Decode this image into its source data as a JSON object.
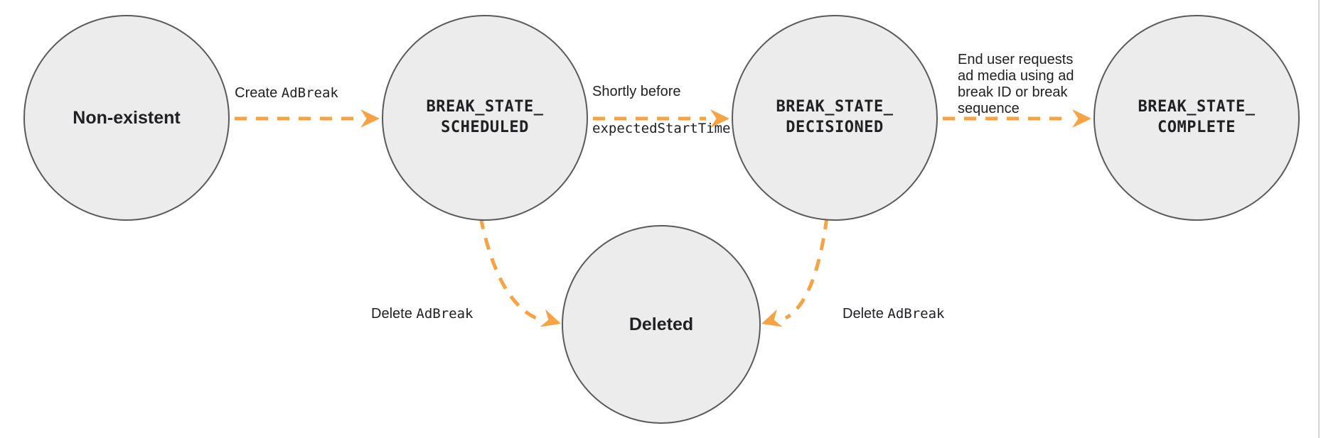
{
  "diagram": {
    "description": "Ad break lifecycle state diagram",
    "states": [
      {
        "id": "non-existent",
        "label": "Non-existent",
        "kind": "plain"
      },
      {
        "id": "break-state-scheduled",
        "label": "BREAK_STATE_\nSCHEDULED",
        "kind": "code"
      },
      {
        "id": "break-state-decisioned",
        "label": "BREAK_STATE_\nDECISIONED",
        "kind": "code"
      },
      {
        "id": "break-state-complete",
        "label": "BREAK_STATE_\nCOMPLETE",
        "kind": "code"
      },
      {
        "id": "deleted",
        "label": "Deleted",
        "kind": "plain"
      }
    ],
    "transitions": [
      {
        "from": "non-existent",
        "to": "break-state-scheduled",
        "style": "dashed-orange",
        "label_text": "Create ",
        "label_code": "AdBreak"
      },
      {
        "from": "break-state-scheduled",
        "to": "break-state-decisioned",
        "style": "dashed-orange",
        "label_text": "Shortly before",
        "label_code": "expectedStartTime"
      },
      {
        "from": "break-state-decisioned",
        "to": "break-state-complete",
        "style": "dashed-orange",
        "label_text": "End user requests\nad media using ad\nbreak ID or break\nsequence",
        "label_code": ""
      },
      {
        "from": "break-state-scheduled",
        "to": "deleted",
        "style": "dashed-orange",
        "label_text": "Delete ",
        "label_code": "AdBreak"
      },
      {
        "from": "break-state-decisioned",
        "to": "deleted",
        "style": "dashed-orange",
        "label_text": "Delete ",
        "label_code": "AdBreak"
      }
    ],
    "colors": {
      "arrow": "#F7A344",
      "node_fill": "#ECECEC",
      "node_border": "#5A5A5A",
      "text": "#202124",
      "edge_line": "#D2D2D2"
    }
  }
}
